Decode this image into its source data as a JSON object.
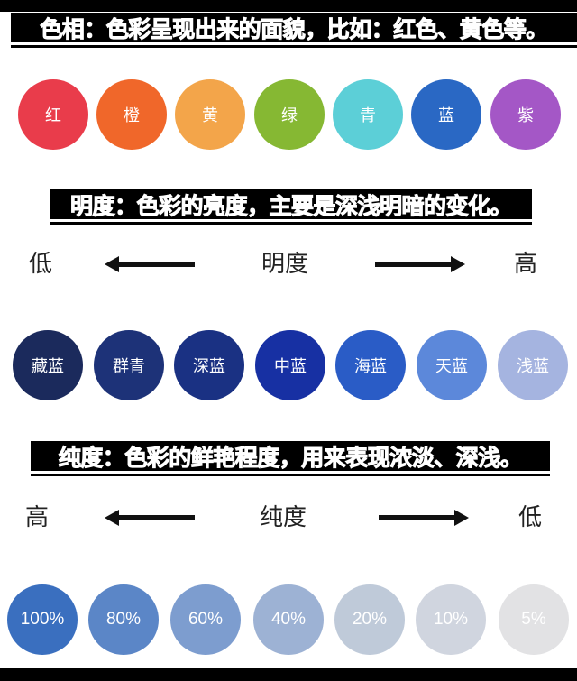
{
  "hue": {
    "headline": "色相：色彩呈现出来的面貌，比如：红色、黄色等。",
    "circles": [
      {
        "label": "红",
        "color": "#e93c4b"
      },
      {
        "label": "橙",
        "color": "#f0672a"
      },
      {
        "label": "黄",
        "color": "#f3a54a"
      },
      {
        "label": "绿",
        "color": "#86b833"
      },
      {
        "label": "青",
        "color": "#5ccfd7"
      },
      {
        "label": "蓝",
        "color": "#2a68c4"
      },
      {
        "label": "紫",
        "color": "#a457c6"
      }
    ]
  },
  "brightness": {
    "headline": "明度：色彩的亮度，主要是深浅明暗的变化。",
    "scale": {
      "left": "低",
      "center": "明度",
      "right": "高"
    },
    "circles": [
      {
        "label": "藏蓝",
        "color": "#1b2a5c"
      },
      {
        "label": "群青",
        "color": "#1d3278"
      },
      {
        "label": "深蓝",
        "color": "#1a3183"
      },
      {
        "label": "中蓝",
        "color": "#1730a3"
      },
      {
        "label": "海蓝",
        "color": "#2a5cc6"
      },
      {
        "label": "天蓝",
        "color": "#5c88da"
      },
      {
        "label": "浅蓝",
        "color": "#a5b4e0"
      }
    ]
  },
  "saturation": {
    "headline": "纯度：色彩的鲜艳程度，用来表现浓淡、深浅。",
    "scale": {
      "left": "高",
      "center": "纯度",
      "right": "低"
    },
    "circles": [
      {
        "label": "100%",
        "color": "#3a6fbf"
      },
      {
        "label": "80%",
        "color": "#5b86c7"
      },
      {
        "label": "60%",
        "color": "#7d9dcf"
      },
      {
        "label": "40%",
        "color": "#9db2d4"
      },
      {
        "label": "20%",
        "color": "#bfcad9"
      },
      {
        "label": "10%",
        "color": "#d0d5df"
      },
      {
        "label": "5%",
        "color": "#e2e2e4"
      }
    ]
  }
}
